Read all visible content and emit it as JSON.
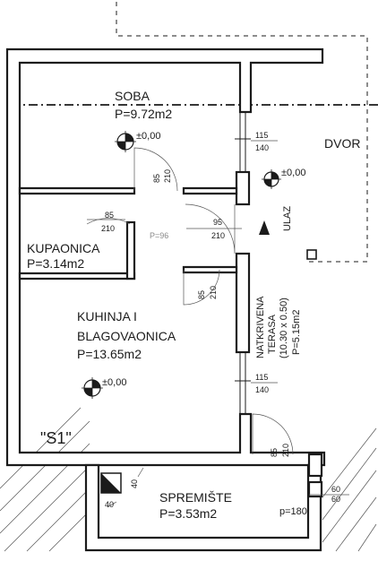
{
  "rooms": {
    "soba": {
      "name": "SOBA",
      "area": "P=9.72m2",
      "level": "±0,00"
    },
    "kupaonica": {
      "name": "KUPAONICA",
      "area": "P=3.14m2"
    },
    "kuhinja": {
      "name_line1": "KUHINJA I",
      "name_line2": "BLAGOVAONICA",
      "area": "P=13.65m2",
      "level": "±0,00"
    },
    "spremiste": {
      "name": "SPREMIŠTE",
      "area": "P=3.53m2",
      "height": "p=180"
    },
    "terasa": {
      "name_line1": "NATKRIVENA",
      "name_line2": "TERASA",
      "size": "(10.30 x 0.50)",
      "area": "P=5.15m2"
    }
  },
  "exterior": {
    "dvor": "DVOR",
    "ulaz": "ULAZ",
    "level": "±0,00"
  },
  "unit_label": "\"S1\"",
  "dimensions": {
    "win1_w": "115",
    "win1_h": "140",
    "win2_w": "115",
    "win2_h": "140",
    "door_soba_w": "85",
    "door_soba_h": "210",
    "door_kup_w": "85",
    "door_kup_h": "210",
    "hall_w": "95",
    "hall_h": "210",
    "door_kuh_w": "85",
    "door_kuh_h": "210",
    "door_sprem_w": "85",
    "door_sprem_h": "210",
    "win_sprem_w": "60",
    "win_sprem_h": "60",
    "chimney_a": "40",
    "chimney_b": "40",
    "p96": "P=96"
  }
}
